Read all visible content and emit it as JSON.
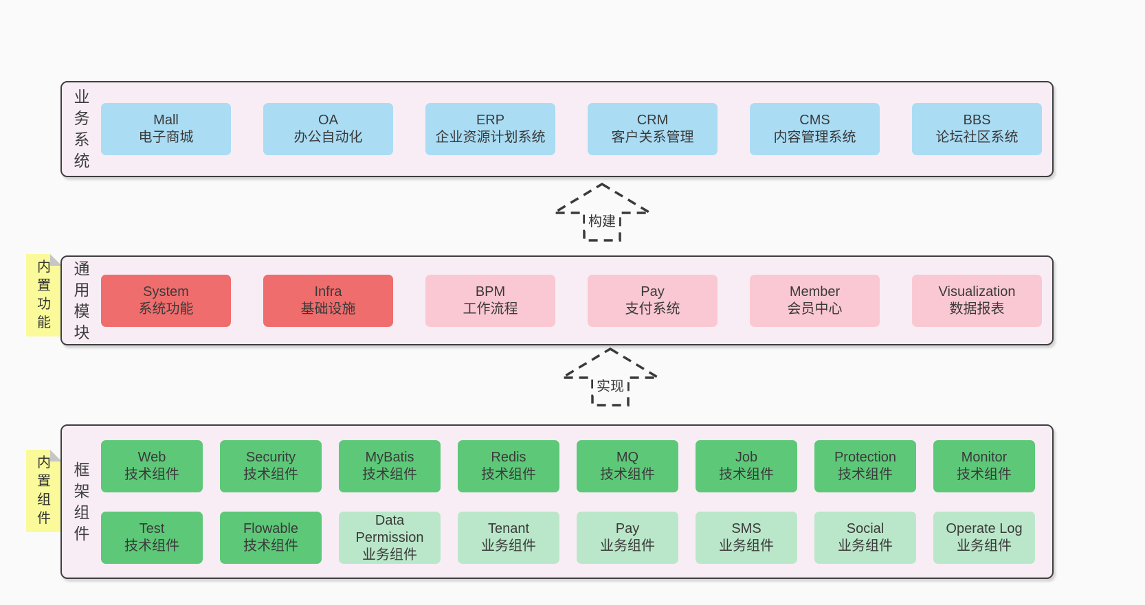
{
  "colors": {
    "background": "#FAFAFA",
    "container_fill": "#F8EDF5",
    "container_border": "#3E3E3E",
    "blue_box": "#AADCF4",
    "red_box": "#F06D6D",
    "pink_box": "#FAC8D2",
    "green_box": "#5DC878",
    "light_green_box": "#BAE7C9",
    "note_yellow": "#FAFA9B",
    "text": "#3A3A3A"
  },
  "sections": {
    "business": {
      "label": "业务系统",
      "boxes": [
        {
          "title": "Mall",
          "subtitle": "电子商城"
        },
        {
          "title": "OA",
          "subtitle": "办公自动化"
        },
        {
          "title": "ERP",
          "subtitle": "企业资源计划系统"
        },
        {
          "title": "CRM",
          "subtitle": "客户关系管理"
        },
        {
          "title": "CMS",
          "subtitle": "内容管理系统"
        },
        {
          "title": "BBS",
          "subtitle": "论坛社区系统"
        }
      ]
    },
    "modules": {
      "label": "通用模块",
      "note": "内置功能",
      "boxes": [
        {
          "title": "System",
          "subtitle": "系统功能"
        },
        {
          "title": "Infra",
          "subtitle": "基础设施"
        },
        {
          "title": "BPM",
          "subtitle": "工作流程"
        },
        {
          "title": "Pay",
          "subtitle": "支付系统"
        },
        {
          "title": "Member",
          "subtitle": "会员中心"
        },
        {
          "title": "Visualization",
          "subtitle": "数据报表"
        }
      ]
    },
    "components": {
      "label": "框架组件",
      "note": "内置组件",
      "row1": [
        {
          "title": "Web",
          "subtitle": "技术组件"
        },
        {
          "title": "Security",
          "subtitle": "技术组件"
        },
        {
          "title": "MyBatis",
          "subtitle": "技术组件"
        },
        {
          "title": "Redis",
          "subtitle": "技术组件"
        },
        {
          "title": "MQ",
          "subtitle": "技术组件"
        },
        {
          "title": "Job",
          "subtitle": "技术组件"
        },
        {
          "title": "Protection",
          "subtitle": "技术组件"
        },
        {
          "title": "Monitor",
          "subtitle": "技术组件"
        }
      ],
      "row2": [
        {
          "title": "Test",
          "subtitle": "技术组件"
        },
        {
          "title": "Flowable",
          "subtitle": "技术组件"
        },
        {
          "title": "Data Permission",
          "subtitle": "业务组件"
        },
        {
          "title": "Tenant",
          "subtitle": "业务组件"
        },
        {
          "title": "Pay",
          "subtitle": "业务组件"
        },
        {
          "title": "SMS",
          "subtitle": "业务组件"
        },
        {
          "title": "Social",
          "subtitle": "业务组件"
        },
        {
          "title": "Operate Log",
          "subtitle": "业务组件"
        }
      ]
    }
  },
  "arrows": [
    {
      "label": "构建"
    },
    {
      "label": "实现"
    }
  ]
}
